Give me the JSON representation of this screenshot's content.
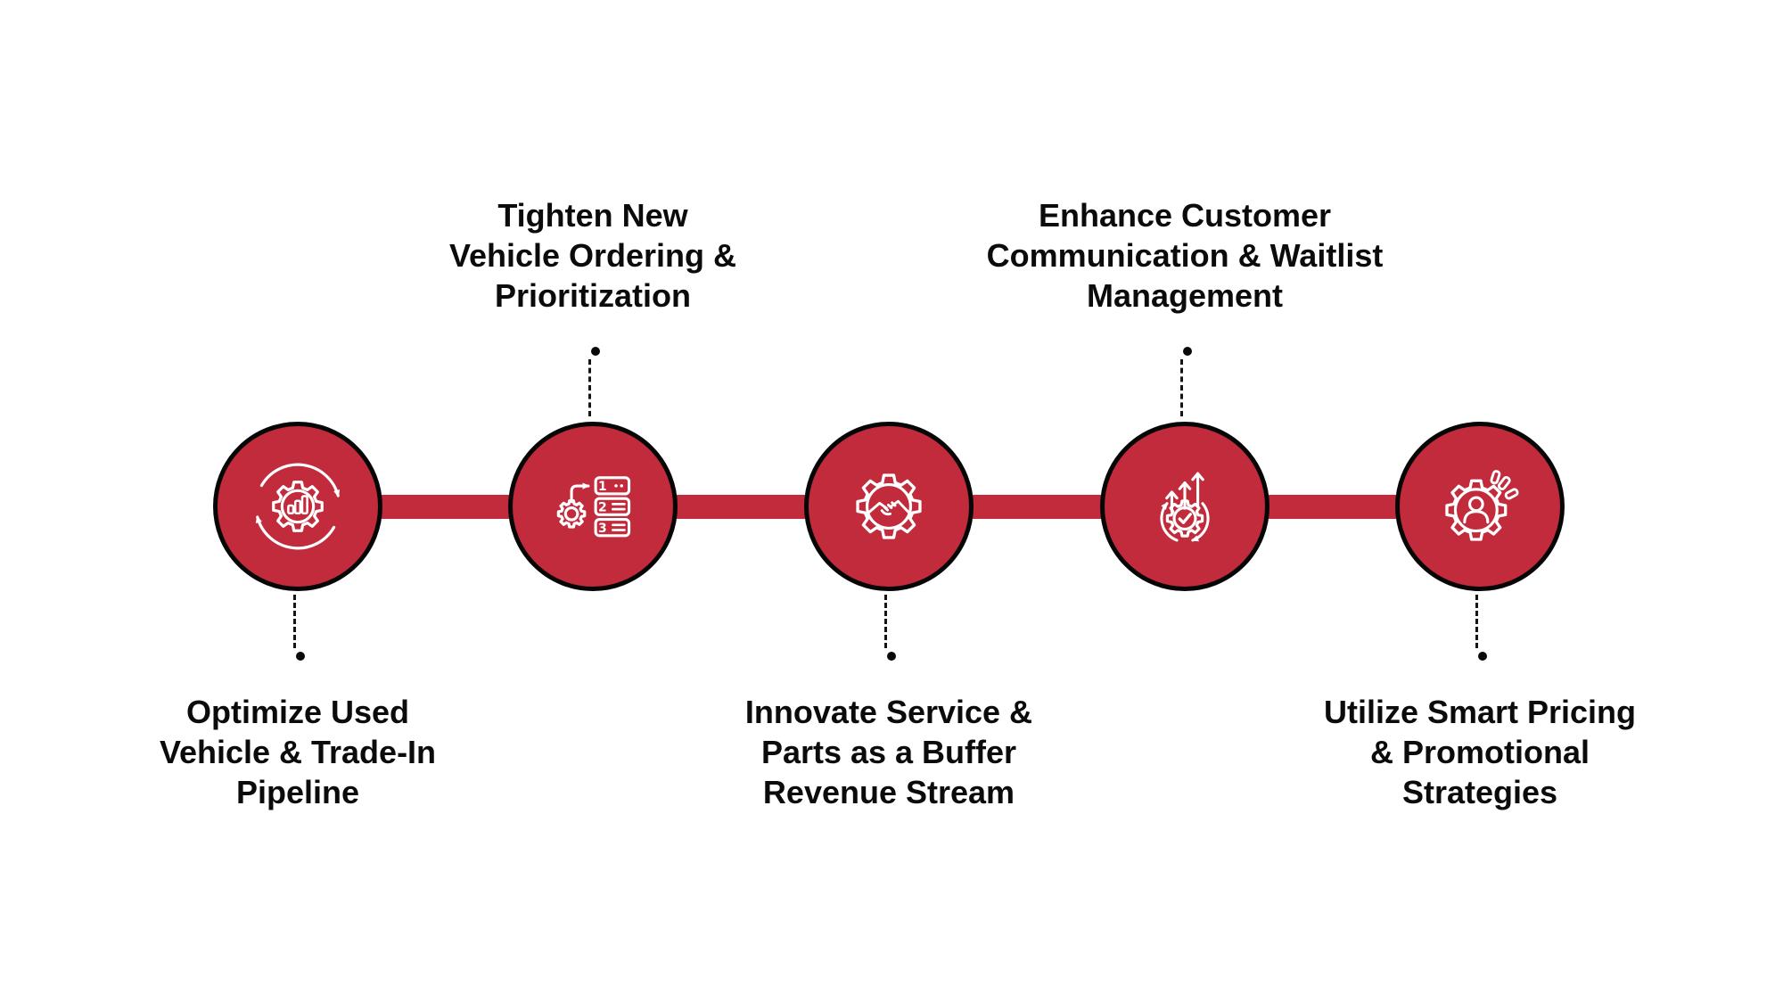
{
  "colors": {
    "accent_red": "#C12B3C",
    "node_outline_black": "#060606",
    "icon_stroke_white": "#FFFFFF",
    "label_text_black": "#0B0B0B"
  },
  "timeline": {
    "direction": "horizontal",
    "steps": [
      {
        "label": "Optimize Used\nVehicle & Trade-In\nPipeline",
        "label_position": "below",
        "icon": "gear-refresh-bar-chart-icon"
      },
      {
        "label": "Tighten New\nVehicle Ordering &\nPrioritization",
        "label_position": "above",
        "icon": "gear-priority-list-123-icon",
        "icon_digits": [
          "1",
          "2",
          "3"
        ]
      },
      {
        "label": "Innovate Service &\nParts as a Buffer\nRevenue Stream",
        "label_position": "below",
        "icon": "gear-handshake-icon"
      },
      {
        "label": "Enhance Customer\nCommunication & Waitlist\nManagement",
        "label_position": "above",
        "icon": "gear-growth-arrows-check-icon"
      },
      {
        "label": "Utilize Smart Pricing\n& Promotional\nStrategies",
        "label_position": "below",
        "icon": "gear-customer-pricing-icon"
      }
    ]
  }
}
